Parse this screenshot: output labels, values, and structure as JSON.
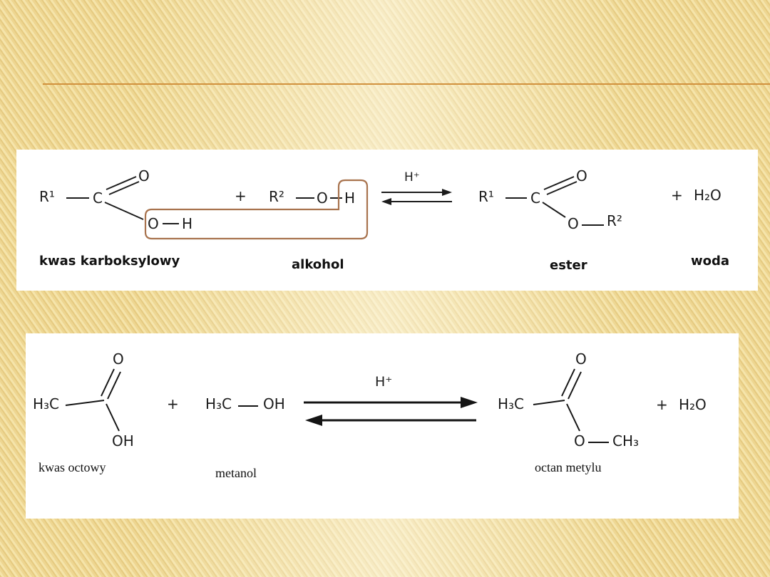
{
  "slide": {
    "background_color": "#f2dd9f",
    "divider_color": "#d1913d",
    "highlight_color": "#a8734e"
  },
  "general_reaction": {
    "acid": {
      "r1": "R¹",
      "c": "C",
      "carbonyl_o": "O",
      "hydroxyl_o": "O",
      "hydroxyl_h": "H",
      "label": "kwas karboksylowy"
    },
    "plus_left": "+",
    "alcohol": {
      "r2": "R²",
      "o": "O",
      "h": "H",
      "label": "alkohol"
    },
    "catalyst": "H⁺",
    "ester": {
      "r1": "R¹",
      "c": "C",
      "carbonyl_o": "O",
      "ester_o": "O",
      "r2": "R²",
      "label": "ester"
    },
    "plus_right": "+",
    "water": {
      "formula": "H₂O",
      "label": "woda"
    }
  },
  "example_reaction": {
    "acid": {
      "methyl": "H₃C",
      "carbonyl_o": "O",
      "hydroxyl": "OH",
      "label": "kwas octowy"
    },
    "plus_left": "+",
    "alcohol": {
      "methyl": "H₃C",
      "hydroxyl": "OH",
      "label": "metanol"
    },
    "catalyst": "H⁺",
    "ester": {
      "methyl": "H₃C",
      "carbonyl_o": "O",
      "ester_o": "O",
      "methoxy": "CH₃",
      "label": "octan metylu"
    },
    "plus_right": "+",
    "water": {
      "formula": "H₂O"
    }
  }
}
